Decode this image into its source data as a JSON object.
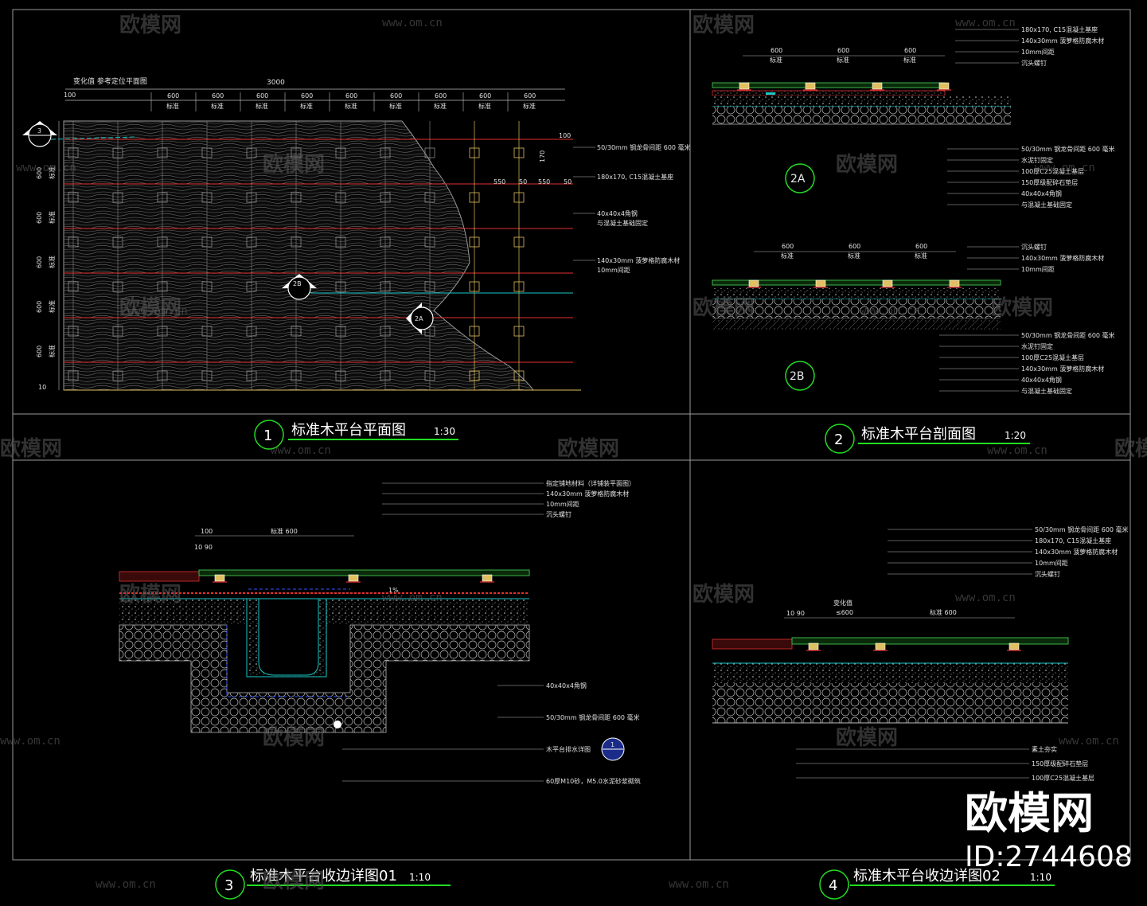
{
  "watermark": {
    "brand": "欧模网",
    "url": "www.om.cn",
    "id_text": "ID:2744608"
  },
  "colors": {
    "background": "#000000",
    "frame": "#9a9a9a",
    "accent_green": "#22dd22",
    "rebar_red": "#e23030",
    "cyan": "#19c7c7",
    "wood_green": "#3db34a",
    "post_yellow": "#e0c060"
  },
  "panel1": {
    "title": "标准木平台平面图",
    "scale": "1:30",
    "number": "1",
    "note_top": "变化值  参考定位平面图",
    "dim_total": "3000",
    "dim_first": "100",
    "dims_top": [
      "600",
      "600",
      "600",
      "600",
      "600",
      "600",
      "600",
      "600",
      "600"
    ],
    "dims_top_sub": [
      "标准",
      "标准",
      "标准",
      "标准",
      "标准",
      "标准",
      "标准",
      "标准",
      "标准"
    ],
    "dims_left": [
      "600",
      "600",
      "600",
      "600",
      "600"
    ],
    "dims_left_sub": [
      "标准",
      "标准",
      "标准",
      "标准",
      "标准"
    ],
    "dim_left_last": "10",
    "detail_dims": [
      "550",
      "50",
      "550",
      "50"
    ],
    "detail_dims_v": [
      "100",
      "170"
    ],
    "callouts": [
      "50/30mm  钢龙骨间距 600 毫米",
      "180x170, C15混凝土基座",
      "40x40x4角钢",
      "与混凝土基础固定",
      "140x30mm 菠萝格防腐木材",
      "10mm间距"
    ],
    "section_marks": [
      "3",
      "2B",
      "2A"
    ]
  },
  "panel2": {
    "title": "标准木平台剖面图",
    "scale": "1:20",
    "number": "2",
    "section_2A": {
      "label": "2A",
      "dims": [
        "600",
        "600",
        "600"
      ],
      "dims_sub": [
        "标准",
        "标准",
        "标准"
      ],
      "callouts_top": [
        "180x170, C15混凝土基座",
        "140x30mm 菠萝格防腐木材",
        "10mm间距",
        "沉头螺钉"
      ],
      "callouts_bottom": [
        "50/30mm  钢龙骨间距 600 毫米",
        "水泥钉固定",
        "100厚C25混凝土基层",
        "150厚级配碎石垫层",
        "40x40x4角钢",
        "与混凝土基础固定"
      ]
    },
    "section_2B": {
      "label": "2B",
      "dims": [
        "600",
        "600",
        "600"
      ],
      "dims_sub": [
        "标准",
        "标准",
        "标准"
      ],
      "callouts_top": [
        "沉头螺钉",
        "140x30mm 菠萝格防腐木材",
        "10mm间距"
      ],
      "callouts_bottom": [
        "50/30mm  钢龙骨间距 600 毫米",
        "水泥钉固定",
        "100厚C25混凝土基层",
        "140x30mm 菠萝格防腐木材",
        "40x40x4角钢",
        "与混凝土基础固定"
      ]
    }
  },
  "panel3": {
    "title": "标准木平台收边详图01",
    "scale": "1:10",
    "number": "3",
    "dims": [
      "100",
      "10 90",
      "标准  600"
    ],
    "slope": "1%",
    "callouts": [
      "指定铺地材料（详铺装平面图）",
      "140x30mm 菠萝格防腐木材",
      "10mm间距",
      "沉头螺钉",
      "40x40x4角钢",
      "50/30mm  钢龙骨间距 600 毫米",
      "木平台排水详图",
      "60厚M10砂，M5.0水泥砂浆砌筑"
    ],
    "ref_mark": "1"
  },
  "panel4": {
    "title": "标准木平台收边详图02",
    "scale": "1:10",
    "number": "4",
    "dims": [
      "10 90",
      "变化值",
      "≤600",
      "标准  600"
    ],
    "callouts_top": [
      "50/30mm  钢龙骨间距 600 毫米",
      "180x170, C15混凝土基座",
      "140x30mm 菠萝格防腐木材",
      "10mm间距",
      "沉头螺钉"
    ],
    "callouts_bottom": [
      "素土夯实",
      "150厚级配碎石垫层",
      "100厚C25混凝土基层"
    ]
  }
}
